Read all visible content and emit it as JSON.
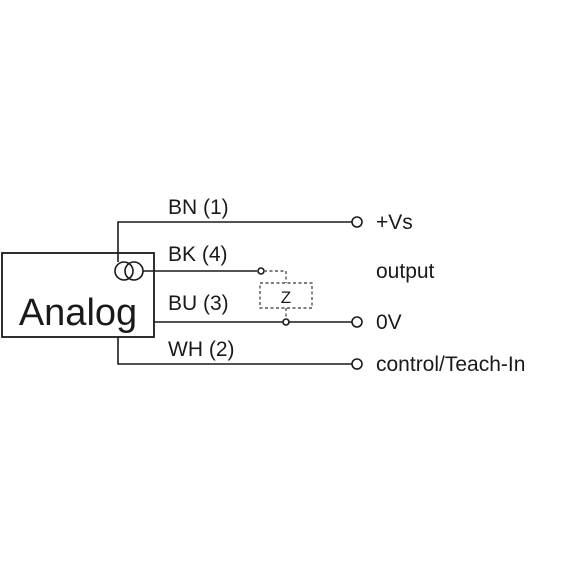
{
  "diagram": {
    "block_label": "Analog",
    "wires": [
      {
        "id": "bn",
        "label": "BN (1)",
        "terminal_label": "+Vs"
      },
      {
        "id": "bk",
        "label": "BK (4)",
        "terminal_label": "output"
      },
      {
        "id": "bu",
        "label": "BU (3)",
        "terminal_label": "0V"
      },
      {
        "id": "wh",
        "label": "WH (2)",
        "terminal_label": "control/Teach-In"
      }
    ],
    "load_label": "Z"
  }
}
